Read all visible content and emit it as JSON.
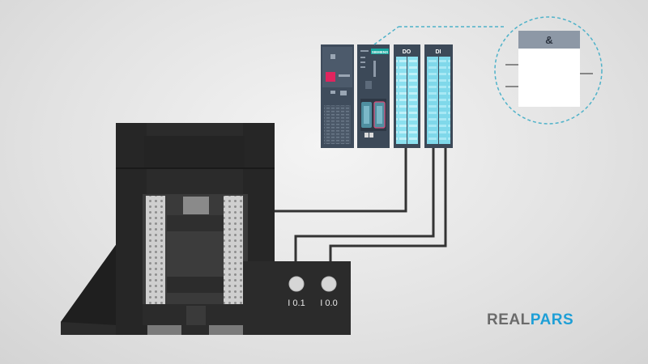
{
  "plc": {
    "cpu_brand": "SIEMENS",
    "output_module_label": "DO",
    "input_module_label": "DI"
  },
  "logic_block": {
    "symbol": "&"
  },
  "press": {
    "inputs": [
      {
        "label": "I 0.1"
      },
      {
        "label": "I 0.0"
      }
    ]
  },
  "brand": {
    "part1": "REAL",
    "part2": "PARS"
  },
  "colors": {
    "press_body": "#2b2b2b",
    "module_blue": "#6fd2e6",
    "accent_blue": "#1e9fd6",
    "dashed_line": "#4fb2c9",
    "cpu_red": "#e0245e"
  }
}
